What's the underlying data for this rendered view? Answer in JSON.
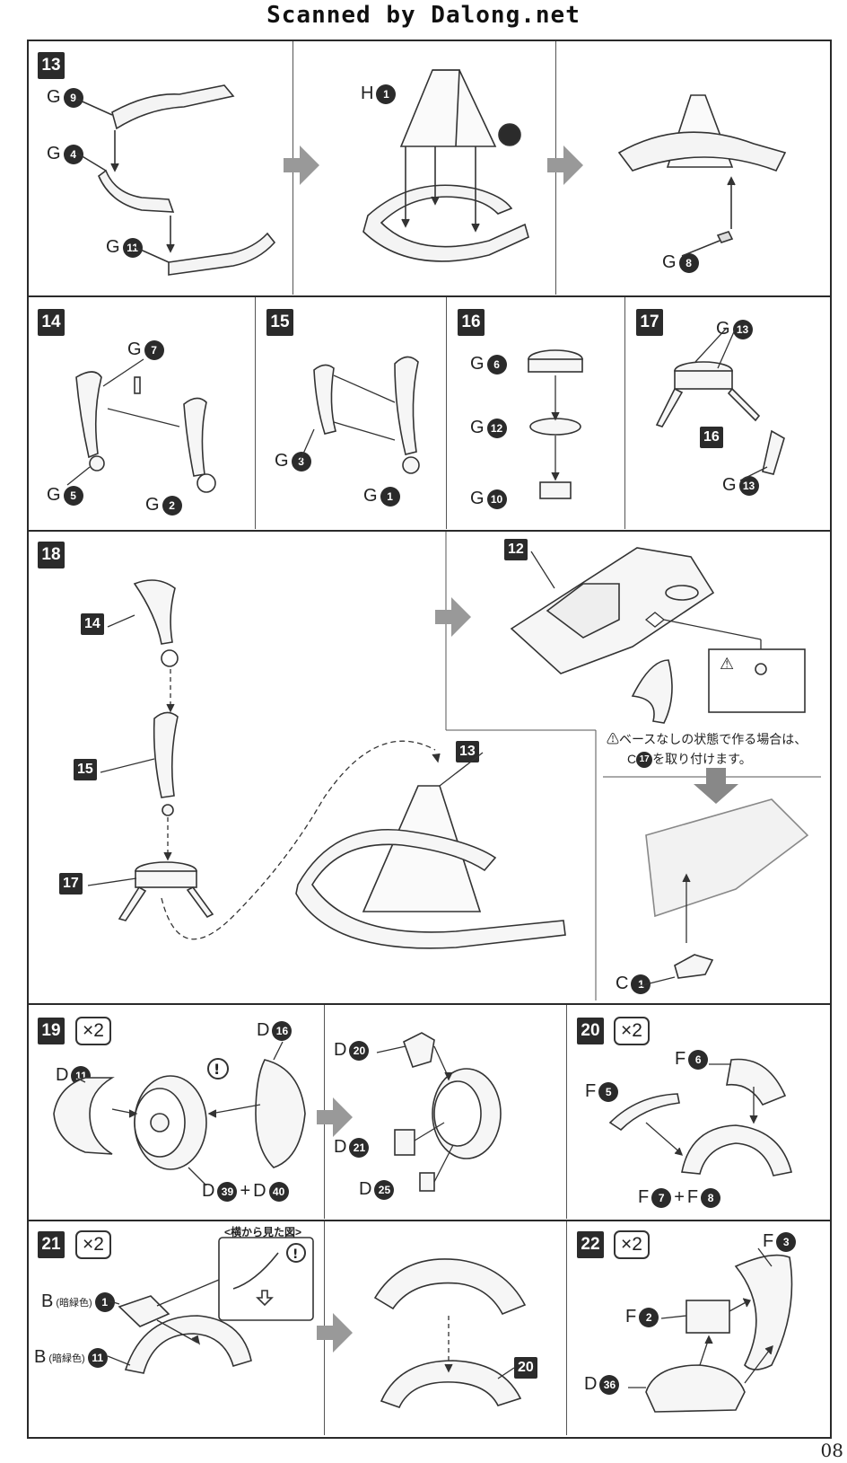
{
  "header": "Scanned by Dalong.net",
  "page_number": "08",
  "steps": [
    {
      "num": "13",
      "labels": [
        [
          "G",
          "9"
        ],
        [
          "G",
          "4"
        ],
        [
          "G",
          "11"
        ],
        [
          "H",
          "1"
        ],
        [
          "G",
          "8"
        ]
      ]
    },
    {
      "num": "14",
      "labels": [
        [
          "G",
          "7"
        ],
        [
          "G",
          "5"
        ],
        [
          "G",
          "2"
        ]
      ]
    },
    {
      "num": "15",
      "labels": [
        [
          "G",
          "3"
        ],
        [
          "G",
          "1"
        ]
      ]
    },
    {
      "num": "16",
      "labels": [
        [
          "G",
          "6"
        ],
        [
          "G",
          "12"
        ],
        [
          "G",
          "10"
        ]
      ]
    },
    {
      "num": "17",
      "labels": [
        [
          "G",
          "13"
        ],
        [
          "G",
          "13"
        ]
      ],
      "callout": "16"
    },
    {
      "num": "18",
      "callouts": [
        "14",
        "15",
        "17",
        "13",
        "12"
      ],
      "labels": [
        [
          "C",
          "17"
        ],
        [
          "C",
          "1"
        ]
      ],
      "note_line1": "ベースなしの状態で作る場合は、",
      "note_c": "C",
      "note_num": "17",
      "note_line2": "を取り付けます。"
    },
    {
      "num": "19",
      "times": "×2",
      "labels": [
        [
          "D",
          "11"
        ],
        [
          "D",
          "16"
        ],
        [
          "D",
          "20"
        ],
        [
          "D",
          "21"
        ],
        [
          "D",
          "25"
        ]
      ],
      "combo": {
        "a_p": "D",
        "a_n": "39",
        "plus": "+",
        "b_p": "D",
        "b_n": "40"
      }
    },
    {
      "num": "20",
      "times": "×2",
      "labels": [
        [
          "F",
          "6"
        ],
        [
          "F",
          "5"
        ]
      ],
      "combo": {
        "a_p": "F",
        "a_n": "7",
        "plus": "+",
        "b_p": "F",
        "b_n": "8"
      }
    },
    {
      "num": "21",
      "times": "×2",
      "side_view": "<横から見た図>",
      "down": "下",
      "labels": [
        [
          "B",
          "1"
        ],
        [
          "B",
          "11"
        ]
      ],
      "sub": "(暗緑色)",
      "callout": "20"
    },
    {
      "num": "22",
      "times": "×2",
      "labels": [
        [
          "F",
          "3"
        ],
        [
          "F",
          "2"
        ],
        [
          "D",
          "36"
        ]
      ]
    }
  ]
}
